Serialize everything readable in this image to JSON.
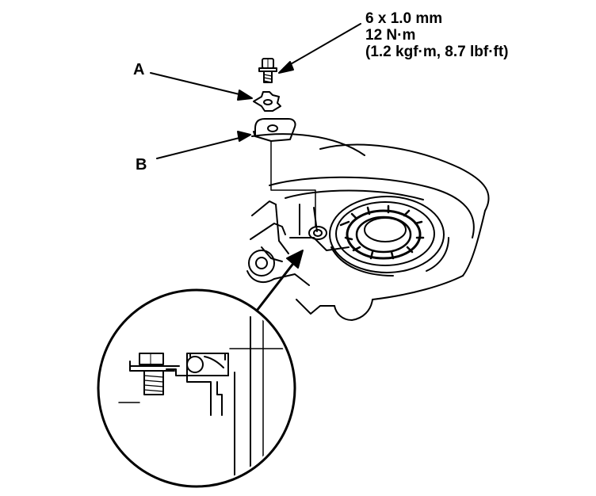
{
  "spec": {
    "bolt_size": "6 x 1.0 mm",
    "torque_nm": "12 N·m",
    "torque_alt": "(1.2 kgf·m, 8.7 lbf·ft)"
  },
  "callouts": {
    "a": "A",
    "b": "B"
  },
  "colors": {
    "ink": "#000000",
    "paper": "#ffffff"
  }
}
